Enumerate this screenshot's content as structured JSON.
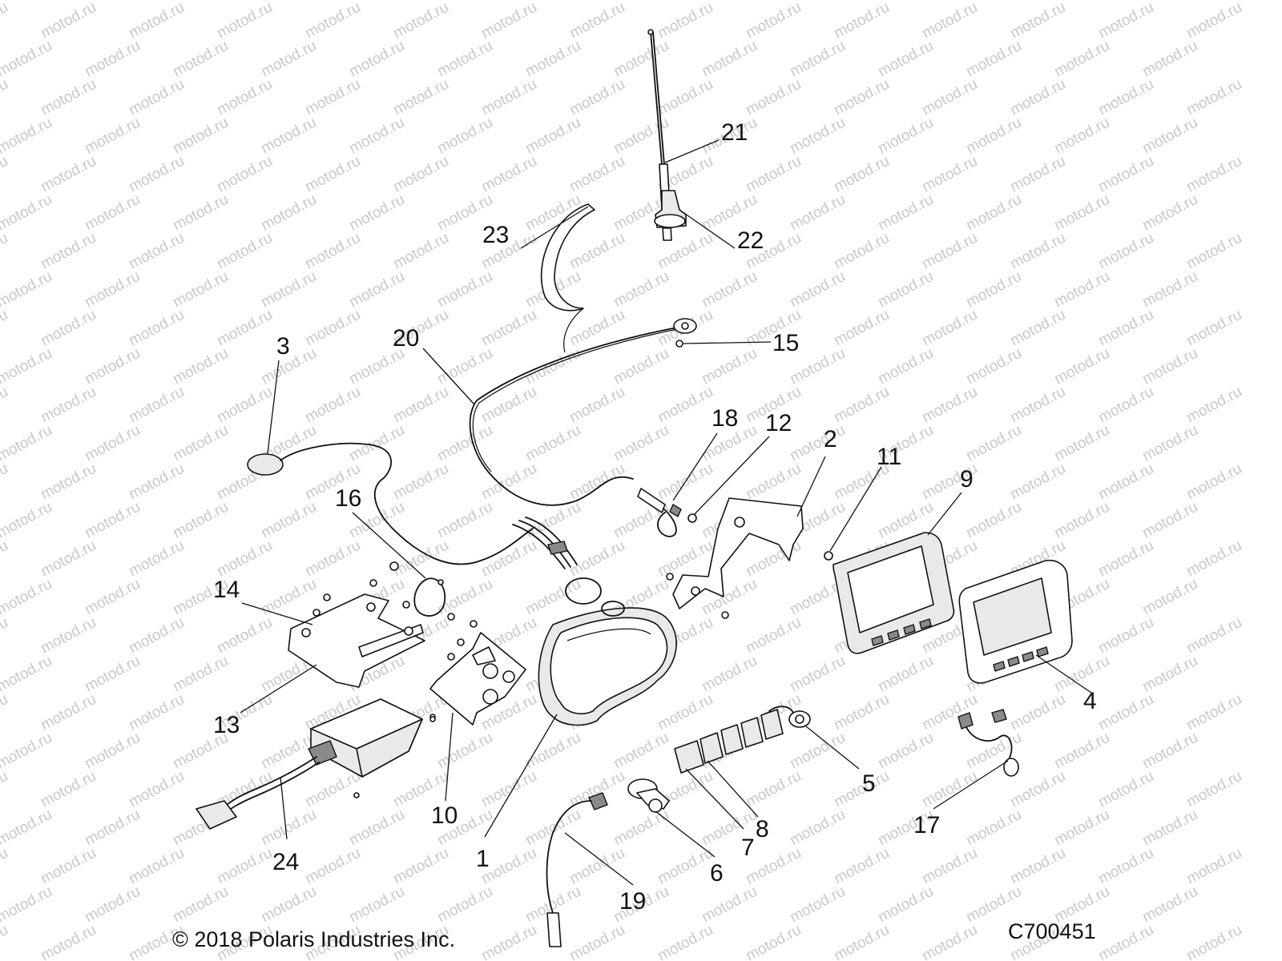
{
  "watermark": {
    "text": "motod.ru"
  },
  "copyright": "© 2018 Polaris Industries Inc.",
  "figure_code": "C700451",
  "callouts": [
    {
      "id": "c1",
      "label": "1"
    },
    {
      "id": "c2",
      "label": "2"
    },
    {
      "id": "c3",
      "label": "3"
    },
    {
      "id": "c4",
      "label": "4"
    },
    {
      "id": "c5",
      "label": "5"
    },
    {
      "id": "c6",
      "label": "6"
    },
    {
      "id": "c7",
      "label": "7"
    },
    {
      "id": "c8",
      "label": "8"
    },
    {
      "id": "c9",
      "label": "9"
    },
    {
      "id": "c10",
      "label": "10"
    },
    {
      "id": "c11",
      "label": "11"
    },
    {
      "id": "c12",
      "label": "12"
    },
    {
      "id": "c13",
      "label": "13"
    },
    {
      "id": "c14",
      "label": "14"
    },
    {
      "id": "c15",
      "label": "15"
    },
    {
      "id": "c16",
      "label": "16"
    },
    {
      "id": "c17",
      "label": "17"
    },
    {
      "id": "c18",
      "label": "18"
    },
    {
      "id": "c19",
      "label": "19"
    },
    {
      "id": "c20",
      "label": "20"
    },
    {
      "id": "c21",
      "label": "21"
    },
    {
      "id": "c22",
      "label": "22"
    },
    {
      "id": "c23",
      "label": "23"
    },
    {
      "id": "c24",
      "label": "24"
    }
  ]
}
